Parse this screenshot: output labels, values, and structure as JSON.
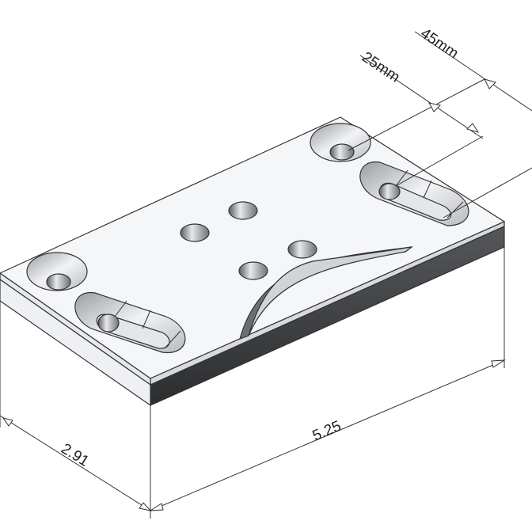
{
  "drawing": {
    "dimensions": {
      "slot_spacing_inner": "25mm",
      "slot_spacing_outer": "45mm",
      "length": "5.25",
      "width": "2.91"
    },
    "colors": {
      "top_face": "#f4f5f7",
      "side_dark": "#3a3a3c",
      "side_light": "#eceef1",
      "line": "#333333"
    }
  }
}
